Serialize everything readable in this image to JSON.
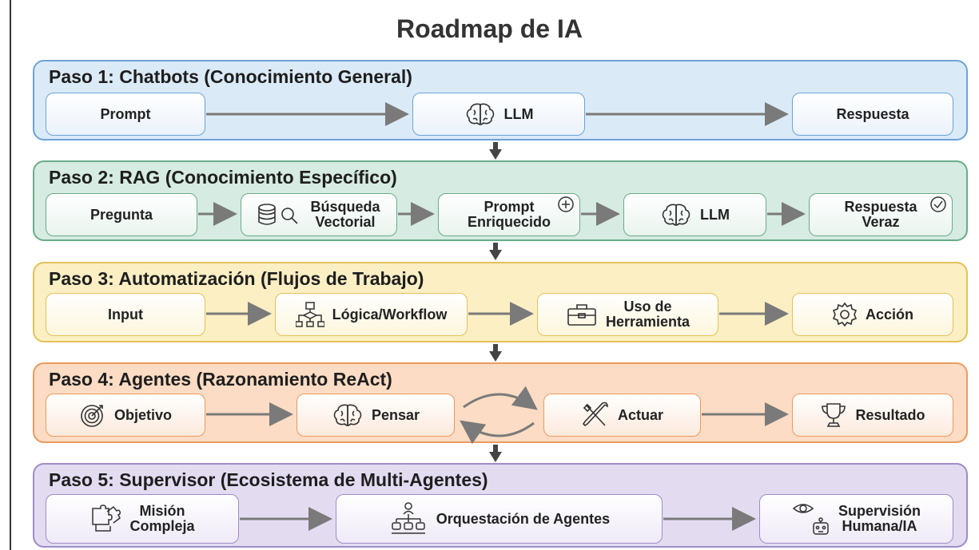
{
  "title": "Roadmap de IA",
  "colors": {
    "step1": {
      "bg": "#dbeaf7",
      "border": "#6ba4d8",
      "node": "#eaf2fb"
    },
    "step2": {
      "bg": "#d6ebe1",
      "border": "#6aab8a",
      "node": "#e9f4ee"
    },
    "step3": {
      "bg": "#fcefc3",
      "border": "#e3c15a",
      "node": "#fdf6dc"
    },
    "step4": {
      "bg": "#fcdcc4",
      "border": "#eb9a5f",
      "node": "#fdeadc"
    },
    "step5": {
      "bg": "#e3dcf1",
      "border": "#9f8cc8",
      "node": "#efeaf8"
    },
    "arrow": "#7a7a7a",
    "connector": "#444444"
  },
  "steps": [
    {
      "title": "Paso 1: Chatbots (Conocimiento General)",
      "nodes": [
        {
          "label": "Prompt",
          "icon": ""
        },
        {
          "label": "LLM",
          "icon": "brain-icon"
        },
        {
          "label": "Respuesta",
          "icon": ""
        }
      ]
    },
    {
      "title": "Paso 2: RAG (Conocimiento Específico)",
      "nodes": [
        {
          "label": "Pregunta",
          "icon": ""
        },
        {
          "label": "Búsqueda\nVectorial",
          "icon": "database-search-icon"
        },
        {
          "label": "Prompt\nEnriquecido",
          "icon": "plus-circle-icon"
        },
        {
          "label": "LLM",
          "icon": "brain-icon"
        },
        {
          "label": "Respuesta\nVeraz",
          "icon": "check-circle-icon"
        }
      ]
    },
    {
      "title": "Paso 3: Automatización (Flujos de Trabajo)",
      "nodes": [
        {
          "label": "Input",
          "icon": ""
        },
        {
          "label": "Lógica/Workflow",
          "icon": "flowchart-icon"
        },
        {
          "label": "Uso de\nHerramienta",
          "icon": "toolbox-icon"
        },
        {
          "label": "Acción",
          "icon": "gear-icon"
        }
      ]
    },
    {
      "title": "Paso 4: Agentes (Razonamiento ReAct)",
      "nodes": [
        {
          "label": "Objetivo",
          "icon": "target-icon"
        },
        {
          "label": "Pensar",
          "icon": "brain-icon"
        },
        {
          "label": "Actuar",
          "icon": "tools-icon"
        },
        {
          "label": "Resultado",
          "icon": "trophy-icon"
        }
      ]
    },
    {
      "title": "Paso 5: Supervisor (Ecosistema de Multi-Agentes)",
      "nodes": [
        {
          "label": "Misión\nCompleja",
          "icon": "puzzle-icon"
        },
        {
          "label": "Orquestación de Agentes",
          "icon": "agents-network-icon"
        },
        {
          "label": "Supervisión\nHumana/IA",
          "icon": "eye-robot-icon"
        }
      ]
    }
  ]
}
